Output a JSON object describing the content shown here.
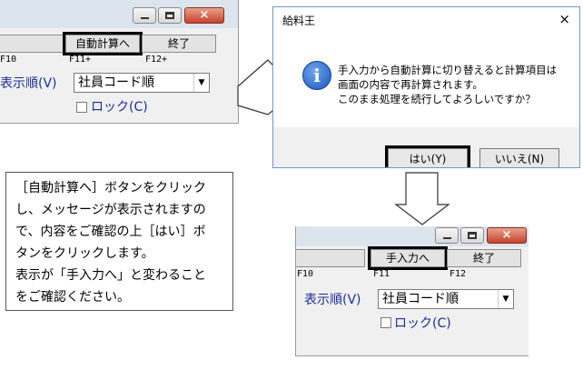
{
  "window": {
    "controls": {
      "minimize": "minimize-icon",
      "maximize": "maximize-icon",
      "close_glyph": "×"
    }
  },
  "panel_before": {
    "function_keys": [
      {
        "label": "自動計算へ",
        "key": "F11+"
      },
      {
        "label": "終了",
        "key": "F12+"
      }
    ],
    "left_key": "F10",
    "sort_label": "表示順(V)",
    "sort_value": "社員コード順",
    "lock_label": "ロック(C)"
  },
  "dialog": {
    "title": "給料王",
    "close_glyph": "×",
    "icon": "info-icon",
    "message_lines": [
      "手入力から自動計算に切り替えると計算項目は",
      "画面の内容で再計算されます。",
      "このまま処理を続行してよろしいですか？"
    ],
    "yes_label": "はい(Y)",
    "no_label": "いいえ(N)"
  },
  "instruction": {
    "lines": [
      "［自動計算へ］ボタンをクリック",
      "し、メッセージが表示されますの",
      "で、内容をご確認の上［はい］ボ",
      "タンをクリックします。",
      "表示が「手入力へ」と変わること",
      "をご確認ください。"
    ]
  },
  "panel_after": {
    "function_keys": [
      {
        "label": "手入力へ",
        "key": "F11"
      },
      {
        "label": "終了",
        "key": "F12"
      }
    ],
    "left_key": "F10",
    "sort_label": "表示順(V)",
    "sort_value": "社員コード順",
    "lock_label": "ロック(C)"
  },
  "colors": {
    "label_blue": "#1a2d9a",
    "highlight": "#000000",
    "title_bar": "#dce4ee"
  }
}
